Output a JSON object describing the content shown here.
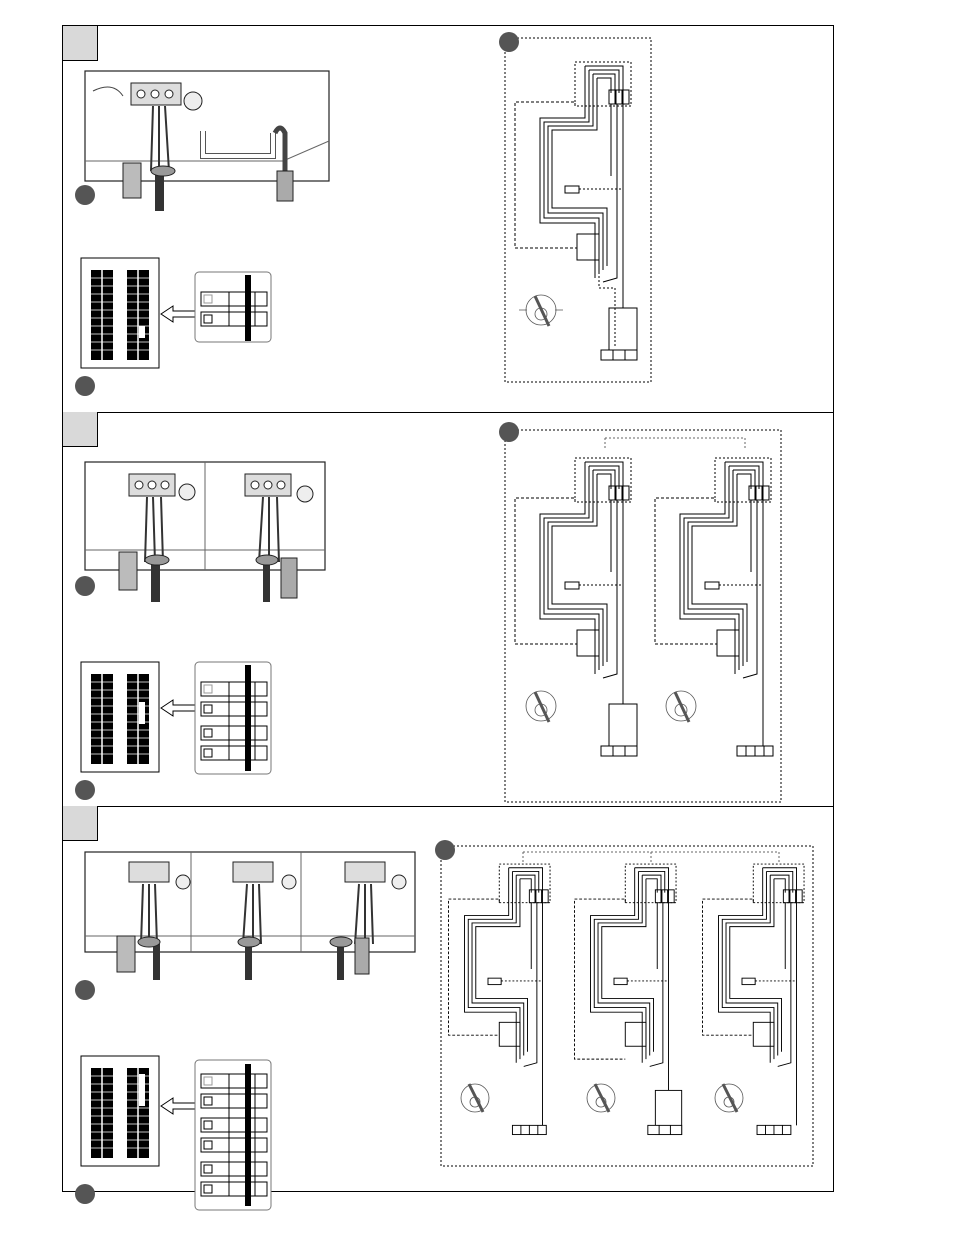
{
  "document": {
    "type": "installation-diagram",
    "panels": [
      {
        "id": "panel-1",
        "units": 1,
        "breakers": 2
      },
      {
        "id": "panel-2",
        "units": 2,
        "breakers": 4
      },
      {
        "id": "panel-3",
        "units": 3,
        "breakers": 6
      }
    ],
    "colors": {
      "ink": "#000000",
      "tab": "#d9d9d9",
      "marker": "#555555",
      "line-light": "#808080"
    }
  }
}
